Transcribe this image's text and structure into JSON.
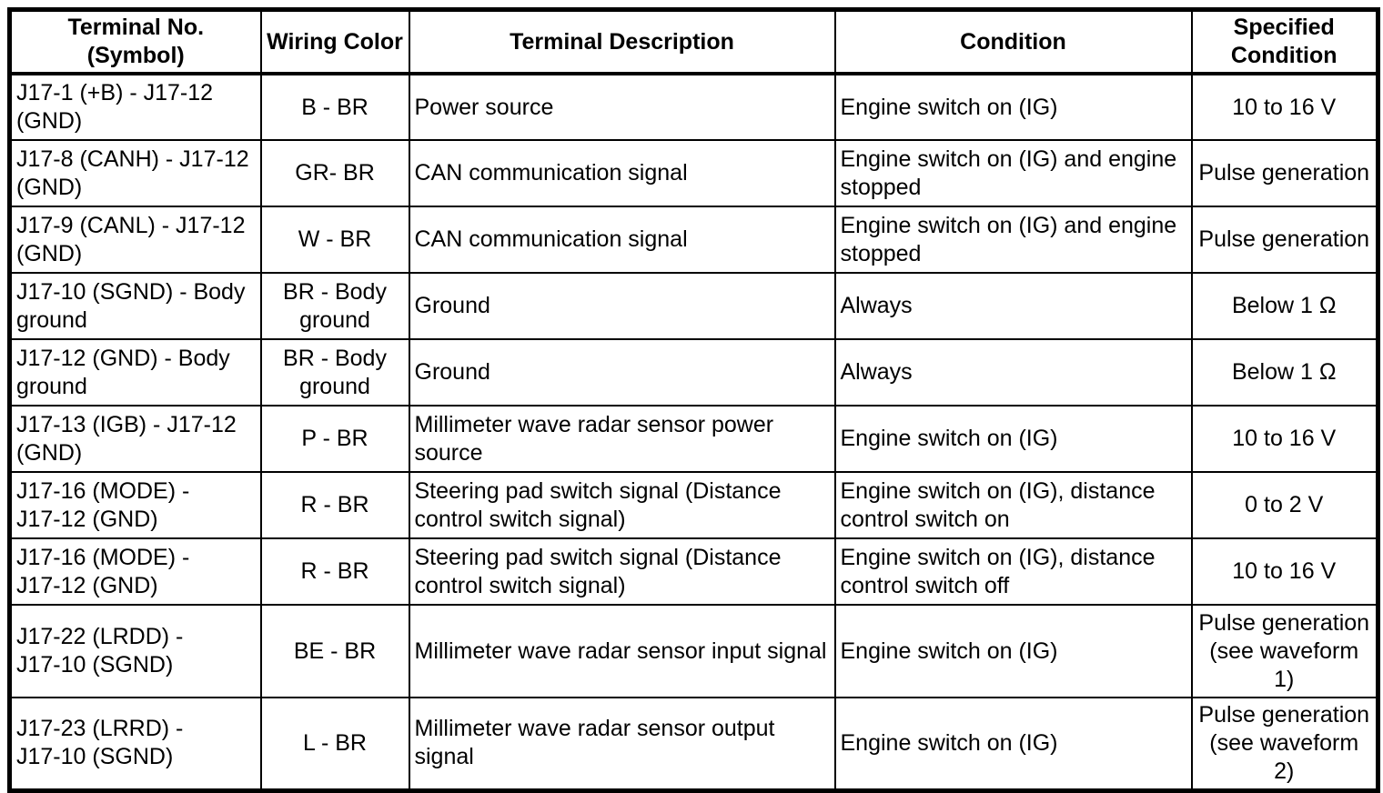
{
  "colors": {
    "border": "#000000",
    "text": "#000000",
    "background": "#ffffff"
  },
  "table": {
    "columns": [
      {
        "key": "terminal",
        "label": "Terminal No.\n(Symbol)"
      },
      {
        "key": "wiring",
        "label": "Wiring Color"
      },
      {
        "key": "description",
        "label": "Terminal Description"
      },
      {
        "key": "condition",
        "label": "Condition"
      },
      {
        "key": "specified",
        "label": "Specified\nCondition"
      }
    ],
    "rows": [
      {
        "terminal": "J17-1 (+B) - J17-12\n(GND)",
        "wiring": "B - BR",
        "description": "Power source",
        "condition": "Engine switch on (IG)",
        "specified": "10 to 16 V"
      },
      {
        "terminal": "J17-8 (CANH) - J17-12\n(GND)",
        "wiring": "GR- BR",
        "description": "CAN communication signal",
        "condition": "Engine switch on (IG) and engine\nstopped",
        "specified": "Pulse generation"
      },
      {
        "terminal": "J17-9 (CANL) - J17-12\n(GND)",
        "wiring": "W - BR",
        "description": "CAN communication signal",
        "condition": "Engine switch on (IG) and engine\nstopped",
        "specified": "Pulse generation"
      },
      {
        "terminal": "J17-10 (SGND) - Body\nground",
        "wiring": "BR - Body\nground",
        "description": "Ground",
        "condition": "Always",
        "specified": "Below 1 Ω"
      },
      {
        "terminal": "J17-12 (GND) - Body\nground",
        "wiring": "BR - Body\nground",
        "description": "Ground",
        "condition": "Always",
        "specified": "Below 1 Ω"
      },
      {
        "terminal": "J17-13 (IGB) - J17-12\n(GND)",
        "wiring": "P - BR",
        "description": "Millimeter wave radar sensor power\nsource",
        "condition": "Engine switch on (IG)",
        "specified": "10 to 16 V"
      },
      {
        "terminal": "J17-16 (MODE) -\nJ17-12 (GND)",
        "wiring": "R - BR",
        "description": "Steering pad switch signal (Distance\ncontrol switch signal)",
        "condition": "Engine switch on (IG), distance\ncontrol switch on",
        "specified": "0 to 2 V"
      },
      {
        "terminal": "J17-16 (MODE) -\nJ17-12 (GND)",
        "wiring": "R - BR",
        "description": "Steering pad switch signal (Distance\ncontrol switch signal)",
        "condition": "Engine switch on (IG), distance\ncontrol switch off",
        "specified": "10 to 16 V"
      },
      {
        "terminal": "J17-22 (LRDD) -\nJ17-10 (SGND)",
        "wiring": "BE - BR",
        "description": "Millimeter wave radar sensor input signal",
        "condition": "Engine switch on (IG)",
        "specified": "Pulse generation\n(see waveform\n1)"
      },
      {
        "terminal": "J17-23 (LRRD) -\nJ17-10 (SGND)",
        "wiring": "L - BR",
        "description": "Millimeter wave radar sensor output\nsignal",
        "condition": "Engine switch on (IG)",
        "specified": "Pulse generation\n(see waveform\n2)"
      }
    ]
  }
}
